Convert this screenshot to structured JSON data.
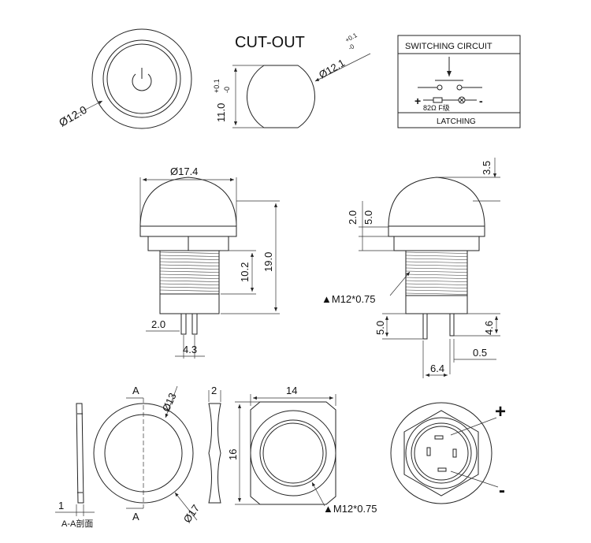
{
  "top_view": {
    "diameter": "Ø12.0",
    "icon": "power-icon"
  },
  "cutout": {
    "title": "CUT-OUT",
    "diameter": "Ø12.1",
    "diameter_tol_plus": "+0.1",
    "diameter_tol_minus": "-0",
    "height": "11.0",
    "height_tol_plus": "+0.1",
    "height_tol_minus": "-0"
  },
  "circuit": {
    "title": "SWITCHING CIRCUIT",
    "plus": "+",
    "minus": "-",
    "resistor": "82Ω F级",
    "mode": "LATCHING"
  },
  "front_view": {
    "diameter": "Ø17.4",
    "thread_length": "10.2",
    "total_height": "19.0",
    "pin_height": "2.0",
    "pin_spacing": "4.3"
  },
  "side_view": {
    "top": "3.5",
    "dome_a": "2.0",
    "dome_b": "5.0",
    "thread": "▲M12*0.75",
    "pin_length": "5.0",
    "pin_b": "4.6",
    "pin_thick": "0.5",
    "pin_span": "6.4"
  },
  "washer": {
    "section_thickness": "1",
    "section_label": "A-A剖面",
    "section_mark_top": "A",
    "section_mark_bottom": "A",
    "inner_diameter": "Ø13",
    "outer_diameter": "Ø17",
    "thickness": "2"
  },
  "nut": {
    "width": "14",
    "height": "16",
    "thread": "▲M12*0.75"
  },
  "back_view": {
    "plus": "+",
    "minus": "-"
  }
}
